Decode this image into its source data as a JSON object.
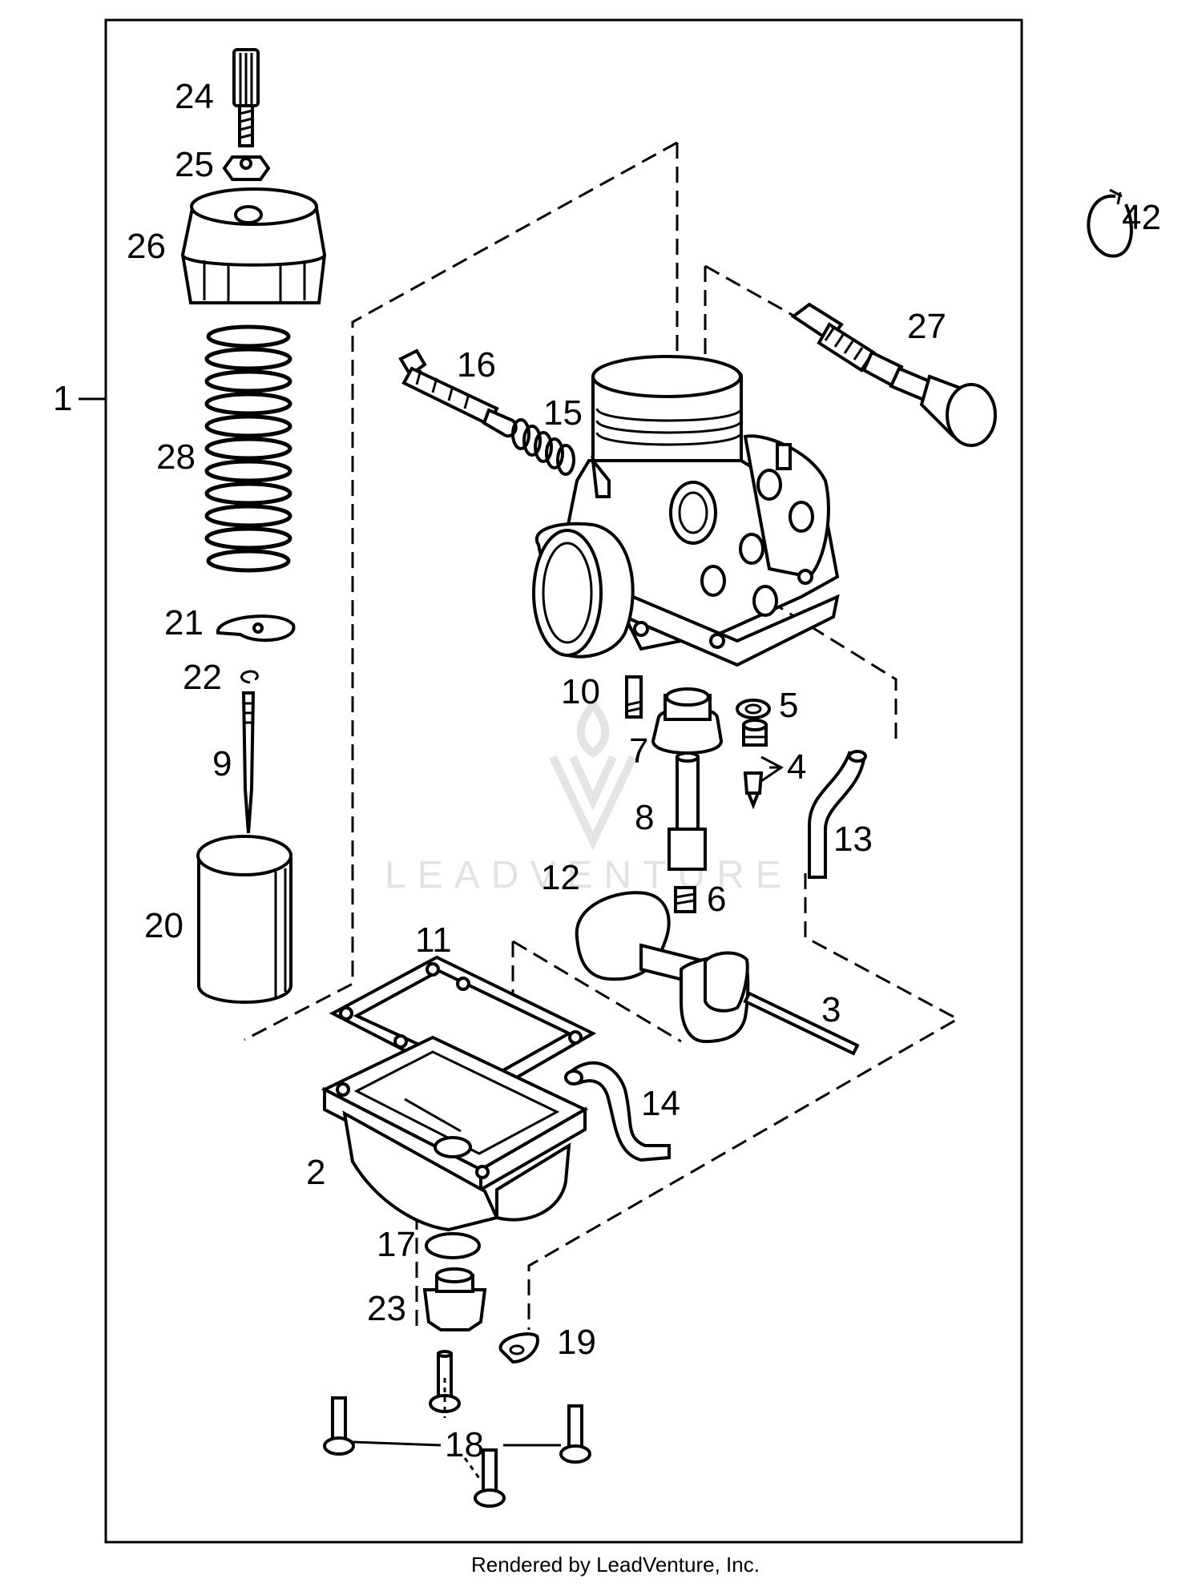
{
  "diagram": {
    "part_numbers": {
      "p1": "1",
      "p2": "2",
      "p3": "3",
      "p4": "4",
      "p5": "5",
      "p6": "6",
      "p7": "7",
      "p8": "8",
      "p9": "9",
      "p10": "10",
      "p11": "11",
      "p12": "12",
      "p13": "13",
      "p14": "14",
      "p15": "15",
      "p16": "16",
      "p17": "17",
      "p18": "18",
      "p19": "19",
      "p20": "20",
      "p21": "21",
      "p22": "22",
      "p23": "23",
      "p24": "24",
      "p25": "25",
      "p26": "26",
      "p27": "27",
      "p28": "28",
      "p42": "42"
    },
    "watermark": "LEADVENTURE",
    "credit": "Rendered by LeadVenture, Inc."
  }
}
